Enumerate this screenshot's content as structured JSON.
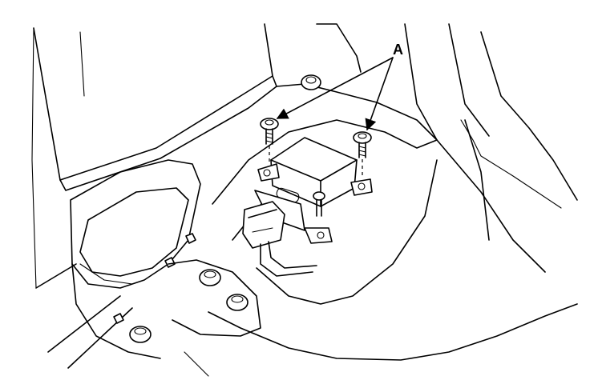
{
  "diagram": {
    "callout_label": "A",
    "callout_targets": [
      "left-mounting-bolt",
      "right-mounting-bolt"
    ],
    "line_color": "#000000",
    "background_color": "#ffffff"
  }
}
